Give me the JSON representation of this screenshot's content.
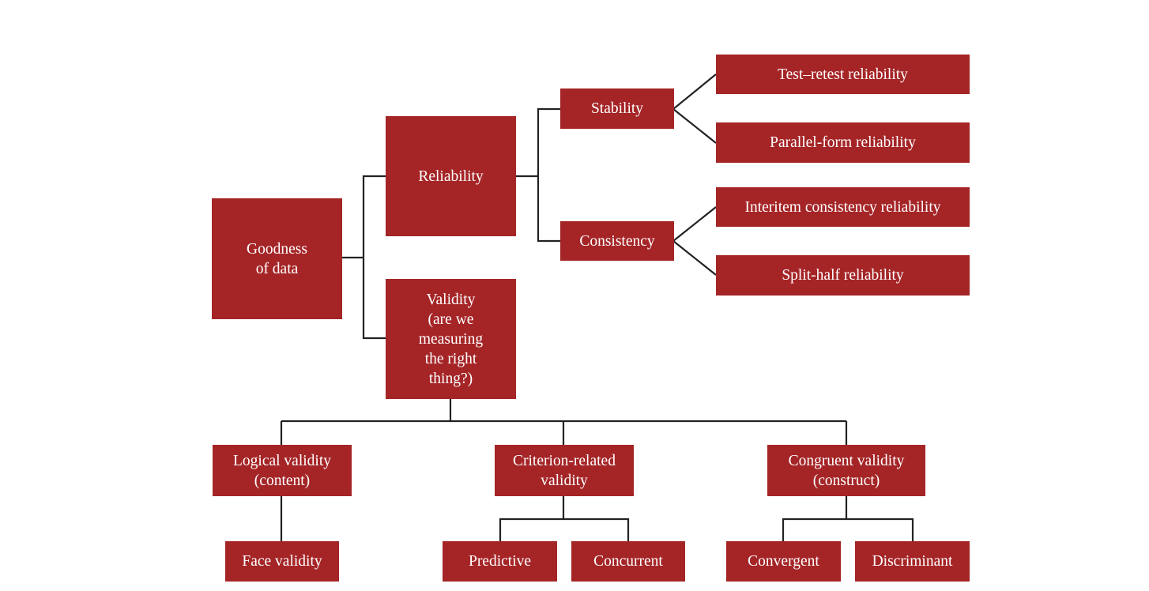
{
  "diagram": {
    "root": {
      "label": "Goodness\nof data"
    },
    "reliability": {
      "label": "Reliability"
    },
    "validity": {
      "label": "Validity\n(are we\nmeasuring\nthe right\nthing?)"
    },
    "stability": {
      "label": "Stability"
    },
    "consistency": {
      "label": "Consistency"
    },
    "test_retest": {
      "label": "Test–retest reliability"
    },
    "parallel_form": {
      "label": "Parallel-form reliability"
    },
    "interitem": {
      "label": "Interitem consistency reliability"
    },
    "split_half": {
      "label": "Split-half reliability"
    },
    "logical_validity": {
      "label": "Logical validity\n(content)"
    },
    "criterion_related": {
      "label": "Criterion-related\nvalidity"
    },
    "congruent_validity": {
      "label": "Congruent validity\n(construct)"
    },
    "face_validity": {
      "label": "Face validity"
    },
    "predictive": {
      "label": "Predictive"
    },
    "concurrent": {
      "label": "Concurrent"
    },
    "convergent": {
      "label": "Convergent"
    },
    "discriminant": {
      "label": "Discriminant"
    }
  },
  "colors": {
    "node_fill": "#a52527",
    "node_text": "#ffffff",
    "connector": "#222222"
  }
}
